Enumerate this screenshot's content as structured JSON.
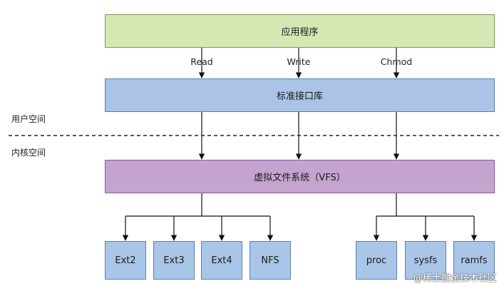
{
  "app_box": "应用程序",
  "calls": [
    "Read",
    "Write",
    "Chmod"
  ],
  "lib_box": "标准接口库",
  "user_space": "用户空间",
  "kernel_space": "内核空间",
  "vfs_box": "虚拟文件系统（VFS）",
  "left_fs": [
    "Ext2",
    "Ext3",
    "Ext4",
    "NFS"
  ],
  "right_fs": [
    "proc",
    "sysfs",
    "ramfs"
  ],
  "watermark": "@稀土掘金技术社区",
  "colors": {
    "app": "#d5e8b4",
    "lib": "#aac3e6",
    "vfs": "#c5a3cf",
    "leaf": "#a9c6e8"
  }
}
